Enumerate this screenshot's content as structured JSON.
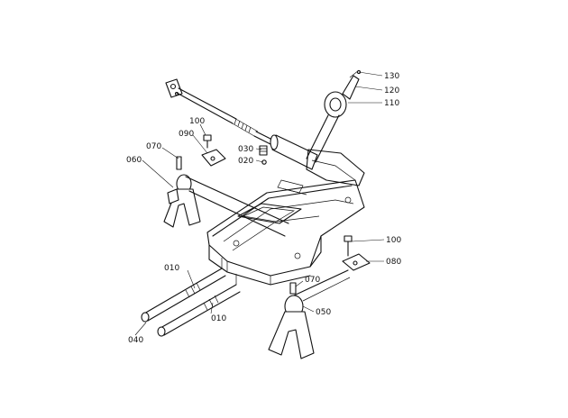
{
  "callouts": [
    {
      "id": "c130",
      "label": "130"
    },
    {
      "id": "c120",
      "label": "120"
    },
    {
      "id": "c110",
      "label": "110"
    },
    {
      "id": "c100a",
      "label": "100"
    },
    {
      "id": "c090",
      "label": "090"
    },
    {
      "id": "c070a",
      "label": "070"
    },
    {
      "id": "c060",
      "label": "060"
    },
    {
      "id": "c030",
      "label": "030"
    },
    {
      "id": "c020",
      "label": "020"
    },
    {
      "id": "c100b",
      "label": "100"
    },
    {
      "id": "c080",
      "label": "080"
    },
    {
      "id": "c070b",
      "label": "070"
    },
    {
      "id": "c050",
      "label": "050"
    },
    {
      "id": "c010a",
      "label": "010"
    },
    {
      "id": "c010b",
      "label": "010"
    },
    {
      "id": "c040",
      "label": "040"
    }
  ],
  "colors": {
    "ink": "#111111",
    "paper": "#ffffff"
  }
}
